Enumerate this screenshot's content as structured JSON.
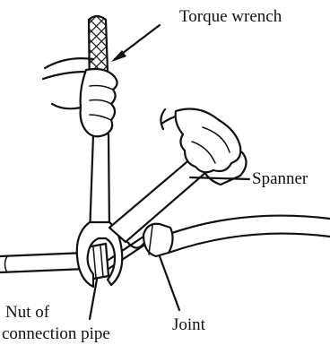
{
  "labels": {
    "torque_wrench": "Torque wrench",
    "spanner": "Spanner",
    "nut_line1": "Nut of",
    "nut_line2": "connection pipe",
    "joint": "Joint"
  },
  "colors": {
    "ink": "#111111",
    "background": "#ffffff"
  }
}
